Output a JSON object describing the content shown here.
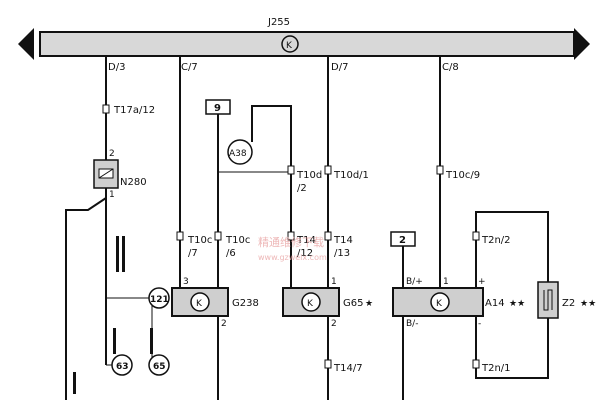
{
  "bus": {
    "label": "J255"
  },
  "bus_taps": [
    "D/3",
    "C/7",
    "D/7",
    "C/8"
  ],
  "connectors": {
    "t17a_12": "T17a/12",
    "t10c_7_a": "T10c",
    "t10c_7_b": "/7",
    "t10c_6_a": "T10c",
    "t10c_6_b": "/6",
    "t10d_2_a": "T10d",
    "t10d_2_b": "/2",
    "t10d_1": "T10d/1",
    "t14_12_a": "T14",
    "t14_12_b": "/12",
    "t14_13_a": "T14",
    "t14_13_b": "/13",
    "t10c_9": "T10c/9",
    "t2n_2": "T2n/2",
    "t2n_1": "T2n/1",
    "t14_7": "T14/7"
  },
  "pins": {
    "n280_top": "2",
    "n280_bottom": "1",
    "g238_top": "3",
    "g238_bottom": "2",
    "g65_top": "1",
    "g65_bottom": "2",
    "a14_top_left": "B/+",
    "a14_top_right": "1",
    "a14_plus": "+",
    "a14_bottom_left": "B/-",
    "a14_minus": "-"
  },
  "components": {
    "n280": "N280",
    "g238": "G238",
    "g65": "G65",
    "g65_mark": "★",
    "a14": "A14",
    "a14_mark": "★★",
    "z2": "Z2",
    "z2_mark": "★★"
  },
  "boxes": {
    "box9": "9",
    "box2": "2"
  },
  "circles": {
    "a38": "A38",
    "c121": "121",
    "c63": "63",
    "c65": "65"
  },
  "watermark": {
    "line1": "精通维修下载",
    "line2": "www.gzweix.com"
  },
  "colors": {
    "line": "#111111",
    "bus_fill": "#d8d8d8",
    "device_fill": "#cfcfcf"
  }
}
